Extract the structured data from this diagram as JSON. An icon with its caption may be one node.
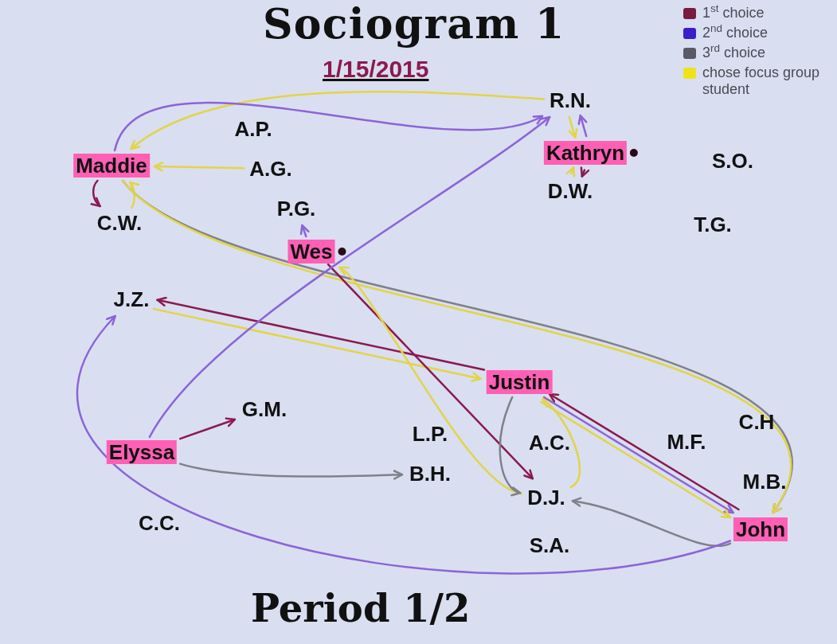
{
  "diagram": {
    "title": "Sociogram 1",
    "caption": "Period 1/2",
    "nodes": [
      {
        "text": [
          "Maddie"
        ]
      },
      {
        "text": [
          "A.P."
        ]
      },
      {
        "text": [
          "A.G."
        ]
      },
      {
        "text": [
          "C.W."
        ]
      },
      {
        "text": [
          "P.G."
        ]
      },
      {
        "text": [
          "Wes"
        ]
      },
      {
        "text": [
          "J.Z."
        ]
      },
      {
        "text": [
          "R.N."
        ]
      },
      {
        "text": [
          "Kathryn"
        ]
      },
      {
        "text": [
          "D.W."
        ]
      },
      {
        "text": [
          "S.O."
        ]
      },
      {
        "text": [
          "T.G."
        ]
      },
      {
        "text": [
          "Justin"
        ]
      },
      {
        "text": [
          "Elyssa"
        ]
      },
      {
        "text": [
          "G.M."
        ]
      },
      {
        "text": [
          "L.P."
        ]
      },
      {
        "text": [
          "B.H."
        ]
      },
      {
        "text": [
          "A.C."
        ]
      },
      {
        "text": [
          "D.J."
        ]
      },
      {
        "text": [
          "S.A."
        ]
      },
      {
        "text": [
          "C.C."
        ]
      },
      {
        "text": [
          "M.F."
        ]
      },
      {
        "text": [
          "C.H"
        ]
      },
      {
        "text": [
          "M.B."
        ]
      },
      {
        "text": [
          "John"
        ]
      }
    ],
    "edges": [
      {
        "from": 7,
        "to": 0,
        "arrow": "to",
        "color": "#e3d447"
      },
      {
        "from": 0,
        "to": 7,
        "arrow": "to",
        "color": "#8d63d9"
      },
      {
        "from": 8,
        "to": 7,
        "arrow": "to",
        "color": "#8d63d9"
      },
      {
        "from": 7,
        "to": 8,
        "arrow": "to",
        "color": "#e3d447"
      },
      {
        "from": 8,
        "to": 9,
        "arrow": "to",
        "color": "#8b1a4f"
      },
      {
        "from": 9,
        "to": 8,
        "arrow": "to",
        "color": "#e3d447"
      },
      {
        "from": 0,
        "to": 3,
        "arrow": "to",
        "color": "#8b1a4f"
      },
      {
        "from": 3,
        "to": 0,
        "arrow": "to",
        "color": "#e3d447"
      },
      {
        "from": 2,
        "to": 0,
        "arrow": "to",
        "color": "#e3d447"
      },
      {
        "from": 5,
        "to": 4,
        "arrow": "to",
        "color": "#8d63d9"
      },
      {
        "from": 0,
        "to": 24,
        "arrow": "to",
        "color": "#80808a"
      },
      {
        "from": 0,
        "to": 24,
        "arrow": "to",
        "color": "#e3d447"
      },
      {
        "from": 12,
        "to": 6,
        "arrow": "to",
        "color": "#8b1a4f"
      },
      {
        "from": 6,
        "to": 12,
        "arrow": "to",
        "color": "#e3d447"
      },
      {
        "from": 5,
        "to": 18,
        "arrow": "to",
        "color": "#8b1a4f"
      },
      {
        "from": 18,
        "to": 5,
        "arrow": "to",
        "color": "#e3d447"
      },
      {
        "from": 12,
        "to": 18,
        "arrow": "to",
        "color": "#80808a"
      },
      {
        "from": 18,
        "to": 12,
        "arrow": "to",
        "color": "#e3d447"
      },
      {
        "from": 24,
        "to": 12,
        "arrow": "to",
        "color": "#8b1a4f"
      },
      {
        "from": 12,
        "to": 24,
        "arrow": "to",
        "color": "#8d63d9"
      },
      {
        "from": 12,
        "to": 24,
        "arrow": "to",
        "color": "#e3d447"
      },
      {
        "from": 24,
        "to": 18,
        "arrow": "to",
        "color": "#80808a"
      },
      {
        "from": 24,
        "to": 6,
        "arrow": "to",
        "color": "#8d63d9"
      },
      {
        "from": 13,
        "to": 14,
        "arrow": "to",
        "color": "#8b1a4f"
      },
      {
        "from": 13,
        "to": 16,
        "arrow": "to",
        "color": "#80808a"
      },
      {
        "from": 13,
        "to": 7,
        "arrow": "to",
        "color": "#8d63d9"
      }
    ],
    "labels": [
      "1/15/2015"
    ],
    "legend": [
      {
        "text": "1$^{st}$ choice",
        "color": "#7a1a40"
      },
      {
        "text": "2$^{nd}$ choice",
        "color": "#3a1fc8"
      },
      {
        "text": "3$^{rd}$ choice",
        "color": "#5a5a66"
      },
      {
        "text": "chose focus group student",
        "color": "#f0e21a"
      }
    ]
  }
}
